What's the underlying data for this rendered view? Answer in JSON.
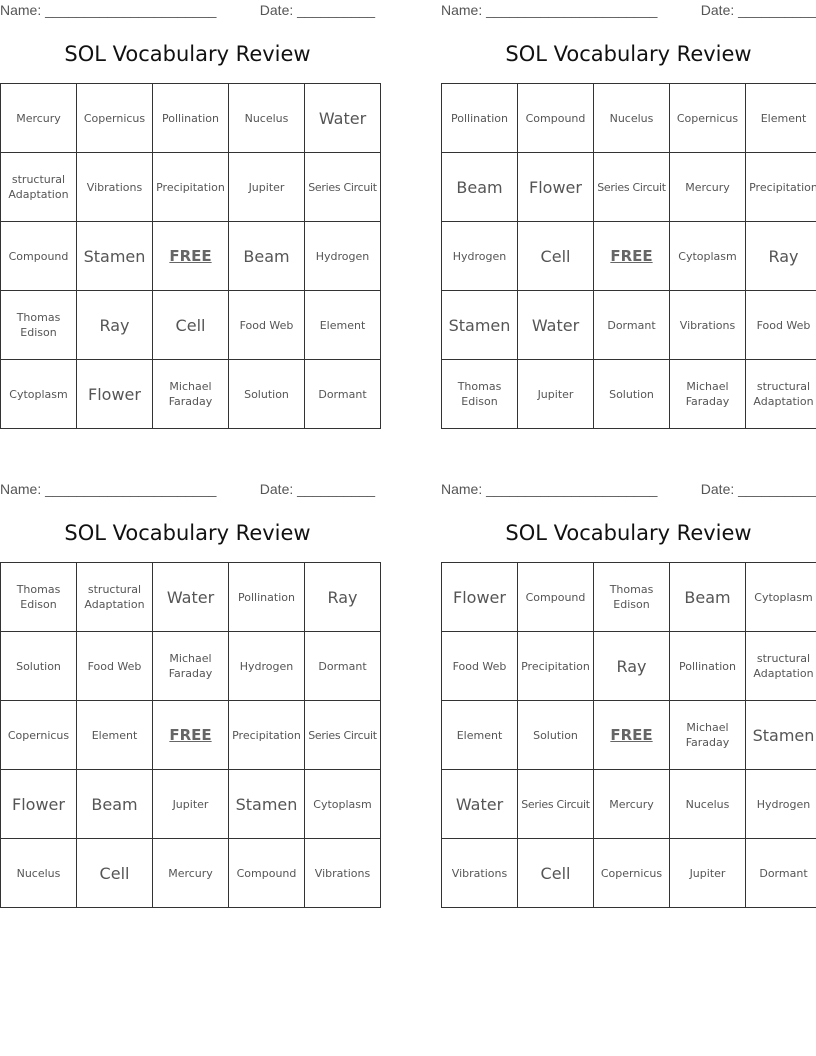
{
  "labels": {
    "name": "Name: ______________________",
    "date": "Date: __________",
    "title": "SOL Vocabulary Review"
  },
  "cards": [
    {
      "rows": [
        [
          "Mercury",
          "Copernicus",
          "Pollination",
          "Nucelus",
          "Water"
        ],
        [
          "structural Adaptation",
          "Vibrations",
          "Precipitation",
          "Jupiter",
          "Series Circuit"
        ],
        [
          "Compound",
          "Stamen",
          "FREE",
          "Beam",
          "Hydrogen"
        ],
        [
          "Thomas Edison",
          "Ray",
          "Cell",
          "Food Web",
          "Element"
        ],
        [
          "Cytoplasm",
          "Flower",
          "Michael Faraday",
          "Solution",
          "Dormant"
        ]
      ]
    },
    {
      "rows": [
        [
          "Pollination",
          "Compound",
          "Nucelus",
          "Copernicus",
          "Element"
        ],
        [
          "Beam",
          "Flower",
          "Series Circuit",
          "Mercury",
          "Precipitation"
        ],
        [
          "Hydrogen",
          "Cell",
          "FREE",
          "Cytoplasm",
          "Ray"
        ],
        [
          "Stamen",
          "Water",
          "Dormant",
          "Vibrations",
          "Food Web"
        ],
        [
          "Thomas Edison",
          "Jupiter",
          "Solution",
          "Michael Faraday",
          "structural Adaptation"
        ]
      ]
    },
    {
      "rows": [
        [
          "Thomas Edison",
          "structural Adaptation",
          "Water",
          "Pollination",
          "Ray"
        ],
        [
          "Solution",
          "Food Web",
          "Michael Faraday",
          "Hydrogen",
          "Dormant"
        ],
        [
          "Copernicus",
          "Element",
          "FREE",
          "Precipitation",
          "Series Circuit"
        ],
        [
          "Flower",
          "Beam",
          "Jupiter",
          "Stamen",
          "Cytoplasm"
        ],
        [
          "Nucelus",
          "Cell",
          "Mercury",
          "Compound",
          "Vibrations"
        ]
      ]
    },
    {
      "rows": [
        [
          "Flower",
          "Compound",
          "Thomas Edison",
          "Beam",
          "Cytoplasm"
        ],
        [
          "Food Web",
          "Precipitation",
          "Ray",
          "Pollination",
          "structural Adaptation"
        ],
        [
          "Element",
          "Solution",
          "FREE",
          "Michael Faraday",
          "Stamen"
        ],
        [
          "Water",
          "Series Circuit",
          "Mercury",
          "Nucelus",
          "Hydrogen"
        ],
        [
          "Vibrations",
          "Cell",
          "Copernicus",
          "Jupiter",
          "Dormant"
        ]
      ]
    }
  ]
}
